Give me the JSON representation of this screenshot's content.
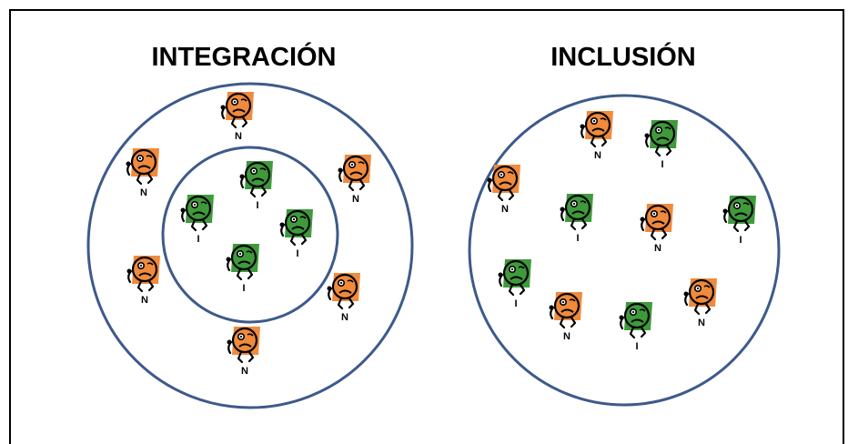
{
  "left_panel": {
    "title": "INTEGRACIÓN",
    "outer_figures": [
      {
        "label": "N",
        "kind": "N"
      },
      {
        "label": "N",
        "kind": "N"
      },
      {
        "label": "N",
        "kind": "N"
      },
      {
        "label": "N",
        "kind": "N"
      },
      {
        "label": "N",
        "kind": "N"
      },
      {
        "label": "N",
        "kind": "N"
      }
    ],
    "inner_figures": [
      {
        "label": "I",
        "kind": "I"
      },
      {
        "label": "I",
        "kind": "I"
      },
      {
        "label": "I",
        "kind": "I"
      },
      {
        "label": "I",
        "kind": "I"
      }
    ]
  },
  "right_panel": {
    "title": "INCLUSIÓN",
    "figures": [
      {
        "label": "N",
        "kind": "N"
      },
      {
        "label": "I",
        "kind": "I"
      },
      {
        "label": "N",
        "kind": "N"
      },
      {
        "label": "I",
        "kind": "I"
      },
      {
        "label": "N",
        "kind": "N"
      },
      {
        "label": "I",
        "kind": "I"
      },
      {
        "label": "I",
        "kind": "I"
      },
      {
        "label": "N",
        "kind": "N"
      },
      {
        "label": "I",
        "kind": "I"
      },
      {
        "label": "N",
        "kind": "N"
      }
    ]
  },
  "colors": {
    "circle_stroke": "#3d5a8a",
    "N_fill": "#f08a3c",
    "I_fill": "#3f9a3c",
    "outline": "#000000"
  }
}
